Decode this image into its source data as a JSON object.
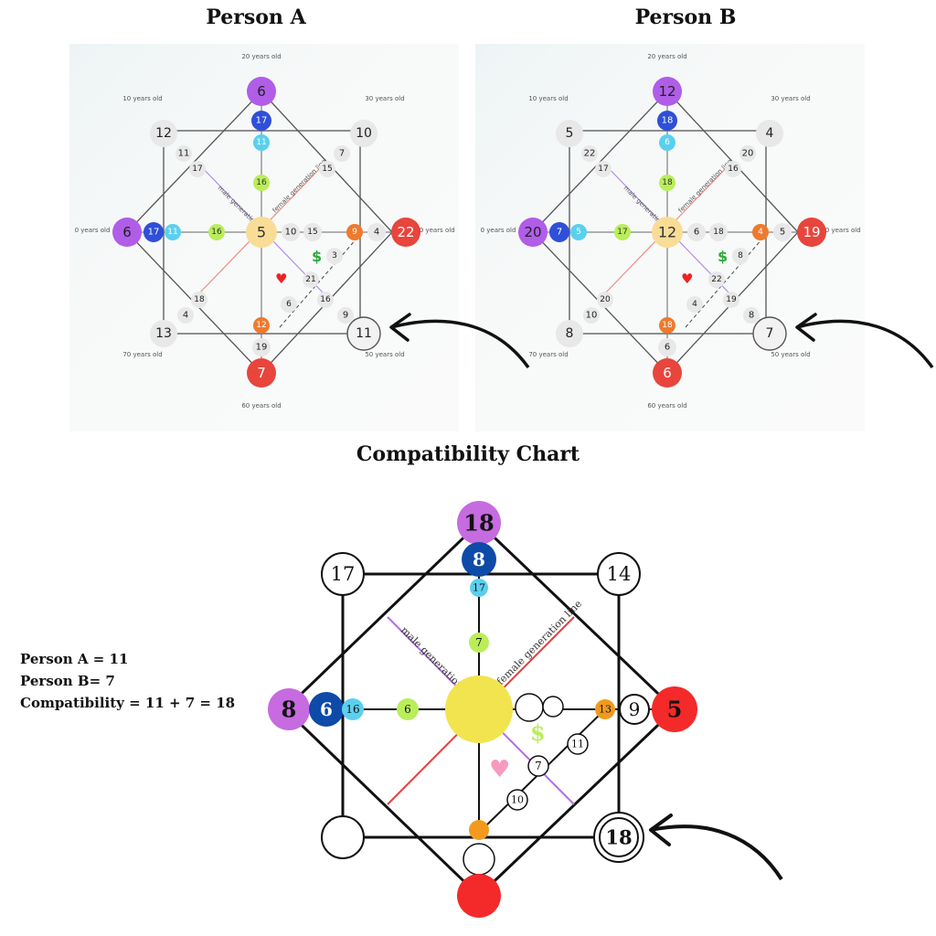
{
  "headings": {
    "person_a": "Person A",
    "person_b": "Person B",
    "compatibility": "Compatibility Chart"
  },
  "age_labels": {
    "0": "0 years old",
    "10": "10 years old",
    "20": "20 years old",
    "30": "30 years old",
    "40": "40 years old",
    "50": "50 years old",
    "60": "60 years old",
    "70": "70 years old"
  },
  "line_labels": {
    "male": "male generation line",
    "female": "female generation line"
  },
  "person_a": {
    "top": "6",
    "top_2": "17",
    "top_3": "11",
    "top_4": "16",
    "left": "6",
    "left_2": "17",
    "left_3": "11",
    "left_4": "16",
    "center": "5",
    "right": "22",
    "right_2": "4",
    "right_3": "9",
    "center_r1": "10",
    "center_r2": "15",
    "bottom": "7",
    "bottom_2": "19",
    "bottom_3": "12",
    "corner_tl": "12",
    "corner_tl_2": "11",
    "corner_tl_3": "17",
    "corner_tr": "10",
    "corner_tr_2": "7",
    "corner_tr_3": "15",
    "corner_bl": "13",
    "corner_bl_2": "4",
    "corner_bl_3": "18",
    "corner_br": "11",
    "corner_br_2": "9",
    "corner_br_3": "16",
    "diag_1": "3",
    "diag_2": "21",
    "diag_3": "6"
  },
  "person_b": {
    "top": "12",
    "top_2": "18",
    "top_3": "6",
    "top_4": "18",
    "left": "20",
    "left_2": "7",
    "left_3": "5",
    "left_4": "17",
    "center": "12",
    "right": "19",
    "right_2": "5",
    "right_3": "4",
    "center_r1": "6",
    "center_r2": "18",
    "bottom": "6",
    "bottom_2": "6",
    "bottom_3": "18",
    "corner_tl": "5",
    "corner_tl_2": "22",
    "corner_tl_3": "17",
    "corner_tr": "4",
    "corner_tr_2": "20",
    "corner_tr_3": "16",
    "corner_bl": "8",
    "corner_bl_2": "10",
    "corner_bl_3": "20",
    "corner_br": "7",
    "corner_br_2": "8",
    "corner_br_3": "19",
    "diag_1": "8",
    "diag_2": "22",
    "diag_3": "4"
  },
  "compatibility": {
    "top": "18",
    "top_2": "8",
    "top_3": "17",
    "top_4": "7",
    "left": "8",
    "left_2": "6",
    "left_3": "16",
    "left_4": "6",
    "corner_tl": "17",
    "corner_tr": "14",
    "right": "5",
    "right_2": "9",
    "right_3": "13",
    "corner_br": "18",
    "diag_1": "11",
    "diag_2": "7",
    "diag_3": "10",
    "dollar": "$"
  },
  "notes": {
    "person_a": "Person A = 11",
    "person_b": "Person B= 7",
    "compatibility": "Compatibility = 11 + 7 = 18"
  },
  "colors": {
    "purple": "#b05de8",
    "blue": "#2f4fd8",
    "cyan": "#5ad0ee",
    "green": "#b9ee5a",
    "yellow": "#f9dd97",
    "orange": "#ef7a2e",
    "red": "#e8453c",
    "grey": "#e8e8e8",
    "compat_purple": "#c66be0",
    "compat_blue": "#0e4aa8",
    "compat_yellow": "#f2e44e",
    "compat_orange": "#f39a1d",
    "compat_red": "#f42a2a"
  }
}
